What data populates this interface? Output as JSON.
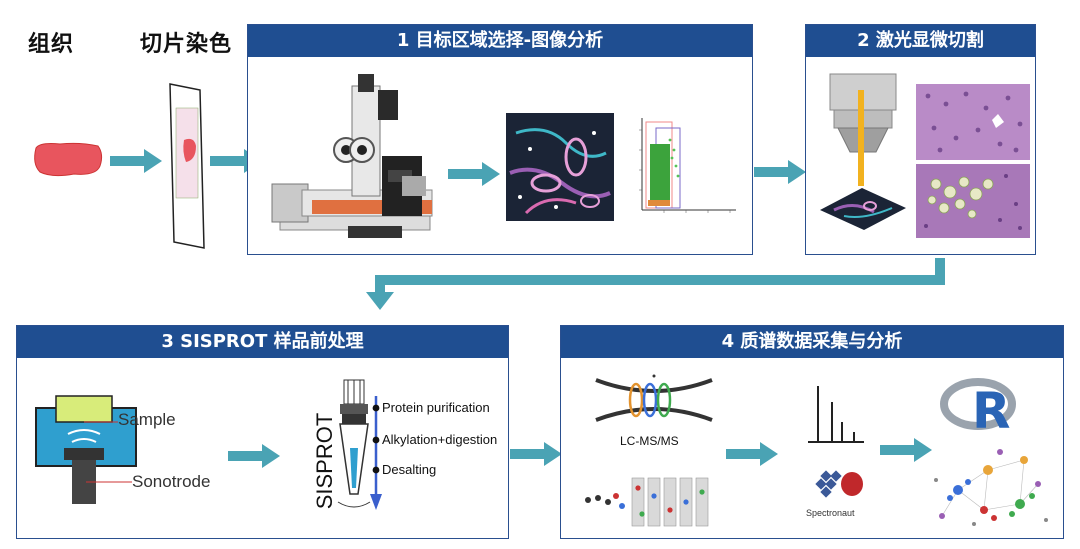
{
  "labels": {
    "tissue": "组织",
    "staining": "切片染色"
  },
  "panels": {
    "p1": {
      "title": "1 目标区域选择-图像分析"
    },
    "p2": {
      "title": "2 激光显微切割"
    },
    "p3": {
      "title": "3 SISPROT 样品前处理"
    },
    "p4": {
      "title": "4 质谱数据采集与分析"
    }
  },
  "sonication": {
    "sample": "Sample",
    "sonotrode": "Sonotrode"
  },
  "sisprot": {
    "vertical_label": "SISPROT",
    "steps": [
      "Protein purification",
      "Alkylation+digestion",
      "Desalting"
    ]
  },
  "ms": {
    "lcms_label": "LC-MS/MS",
    "software_label": "Spectronaut"
  },
  "colors": {
    "header_blue": "#1f4e91",
    "arrow_teal": "#4aa3b4",
    "tissue_red": "#e8555e",
    "process_blue": "#3a5fcd"
  }
}
